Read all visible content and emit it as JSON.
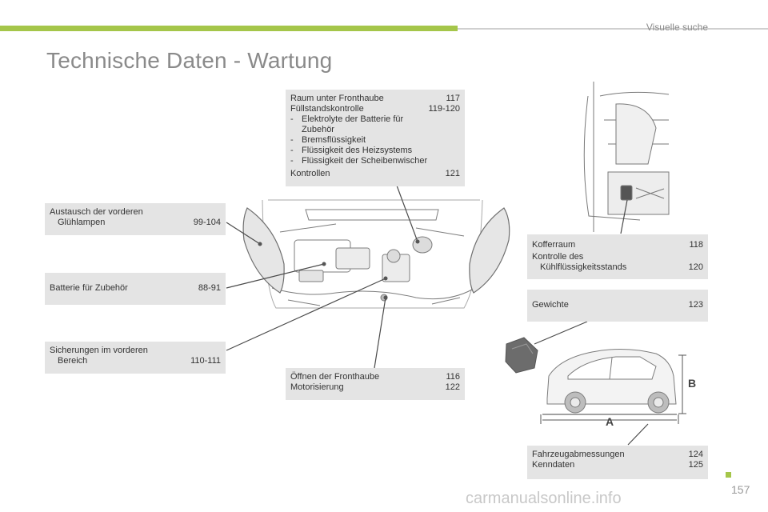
{
  "header": {
    "section": "Visuelle suche",
    "title": "Technische Daten - Wartung",
    "accent": "#a5c64a"
  },
  "box_front_hood": {
    "line1_label": "Raum unter Fronthaube",
    "line1_page": "117",
    "line2_label": "Füllstandskontrolle",
    "line2_page": "119-120",
    "bullets": [
      "Elektrolyte der Batterie für Zubehör",
      "Bremsflüssigkeit",
      "Flüssigkeit des Heizsystems",
      "Flüssigkeit der Scheibenwischer"
    ],
    "bullet_dash": "-",
    "line3_label": "Kontrollen",
    "line3_page": "121"
  },
  "box_bulbs": {
    "label_line1": "Austausch der vorderen",
    "label_line2": "Glühlampen",
    "page": "99-104"
  },
  "box_battery": {
    "label": "Batterie für Zubehör",
    "page": "88-91"
  },
  "box_fuses": {
    "label_line1": "Sicherungen im vorderen",
    "label_line2": "Bereich",
    "page": "110-111"
  },
  "box_open_hood": {
    "line1_label": "Öffnen der Fronthaube",
    "line1_page": "116",
    "line2_label": "Motorisierung",
    "line2_page": "122"
  },
  "box_trunk": {
    "line1_label": "Kofferraum",
    "line1_page": "118",
    "line2_label_a": "Kontrolle des",
    "line2_label_b": "Kühlflüssigkeitsstands",
    "line2_page": "120"
  },
  "box_weights": {
    "label": "Gewichte",
    "page": "123"
  },
  "box_dimensions": {
    "line1_label": "Fahrzeugabmessungen",
    "line1_page": "124",
    "line2_label": "Kenndaten",
    "line2_page": "125"
  },
  "dimension_labels": {
    "a": "A",
    "b": "B"
  },
  "footer": {
    "page_number": "157",
    "watermark": "carmanualsonline.info"
  }
}
